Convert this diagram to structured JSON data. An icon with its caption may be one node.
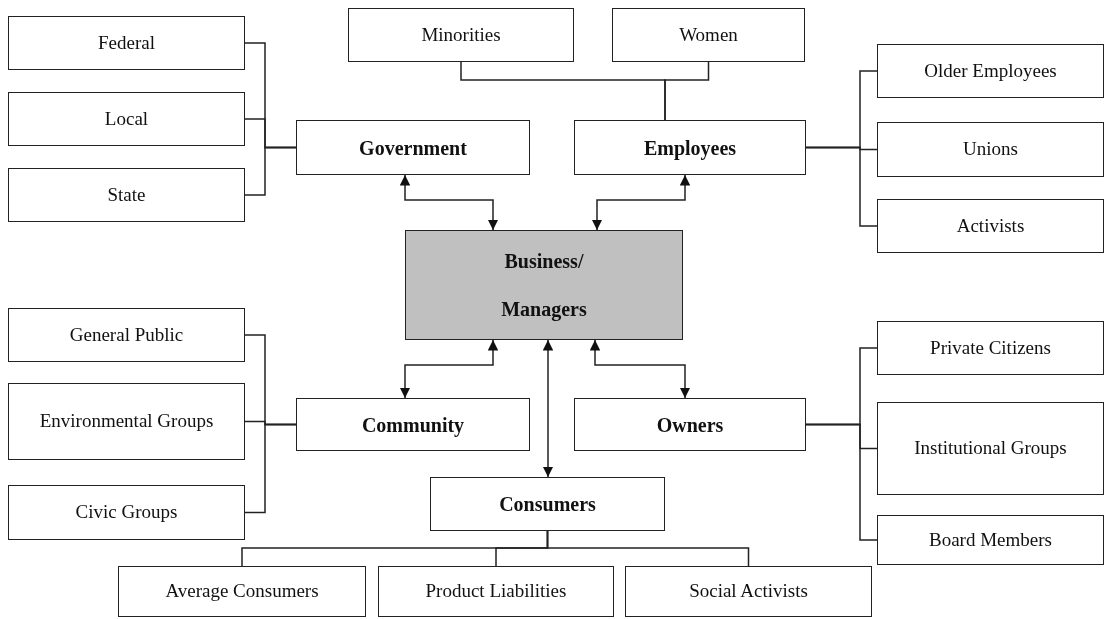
{
  "diagram": {
    "nodes": [
      {
        "text": [
          "Federal"
        ]
      },
      {
        "text": [
          "Local"
        ]
      },
      {
        "text": [
          "State"
        ]
      },
      {
        "text": [
          "Minorities"
        ]
      },
      {
        "text": [
          "Women"
        ]
      },
      {
        "text": [
          "Government"
        ]
      },
      {
        "text": [
          "Employees"
        ]
      },
      {
        "text": [
          "Older Employees"
        ]
      },
      {
        "text": [
          "Unions"
        ]
      },
      {
        "text": [
          "Activists"
        ]
      },
      {
        "text": [
          "Business/ Managers"
        ]
      },
      {
        "text": [
          "General Public"
        ]
      },
      {
        "text": [
          "Environmental Groups"
        ]
      },
      {
        "text": [
          "Civic Groups"
        ]
      },
      {
        "text": [
          "Community"
        ]
      },
      {
        "text": [
          "Owners"
        ]
      },
      {
        "text": [
          "Private Citizens"
        ]
      },
      {
        "text": [
          "Institutional Groups"
        ]
      },
      {
        "text": [
          "Board Members"
        ]
      },
      {
        "text": [
          "Consumers"
        ]
      },
      {
        "text": [
          "Average Consumers"
        ]
      },
      {
        "text": [
          "Product Liabilities"
        ]
      },
      {
        "text": [
          "Social Activists"
        ]
      }
    ],
    "edges": [
      {
        "from": 5,
        "to": 0,
        "arrow": "none"
      },
      {
        "from": 5,
        "to": 1,
        "arrow": "none"
      },
      {
        "from": 5,
        "to": 2,
        "arrow": "none"
      },
      {
        "from": 6,
        "to": 3,
        "arrow": "none"
      },
      {
        "from": 6,
        "to": 4,
        "arrow": "none"
      },
      {
        "from": 6,
        "to": 7,
        "arrow": "none"
      },
      {
        "from": 6,
        "to": 8,
        "arrow": "none"
      },
      {
        "from": 6,
        "to": 9,
        "arrow": "none"
      },
      {
        "from": 10,
        "to": 5,
        "arrow": "both"
      },
      {
        "from": 10,
        "to": 6,
        "arrow": "both"
      },
      {
        "from": 10,
        "to": 14,
        "arrow": "both"
      },
      {
        "from": 10,
        "to": 15,
        "arrow": "both"
      },
      {
        "from": 10,
        "to": 19,
        "arrow": "both"
      },
      {
        "from": 14,
        "to": 11,
        "arrow": "none"
      },
      {
        "from": 14,
        "to": 12,
        "arrow": "none"
      },
      {
        "from": 14,
        "to": 13,
        "arrow": "none"
      },
      {
        "from": 15,
        "to": 16,
        "arrow": "none"
      },
      {
        "from": 15,
        "to": 17,
        "arrow": "none"
      },
      {
        "from": 15,
        "to": 18,
        "arrow": "none"
      },
      {
        "from": 19,
        "to": 20,
        "arrow": "none"
      },
      {
        "from": 19,
        "to": 21,
        "arrow": "none"
      },
      {
        "from": 19,
        "to": 22,
        "arrow": "none"
      }
    ]
  }
}
